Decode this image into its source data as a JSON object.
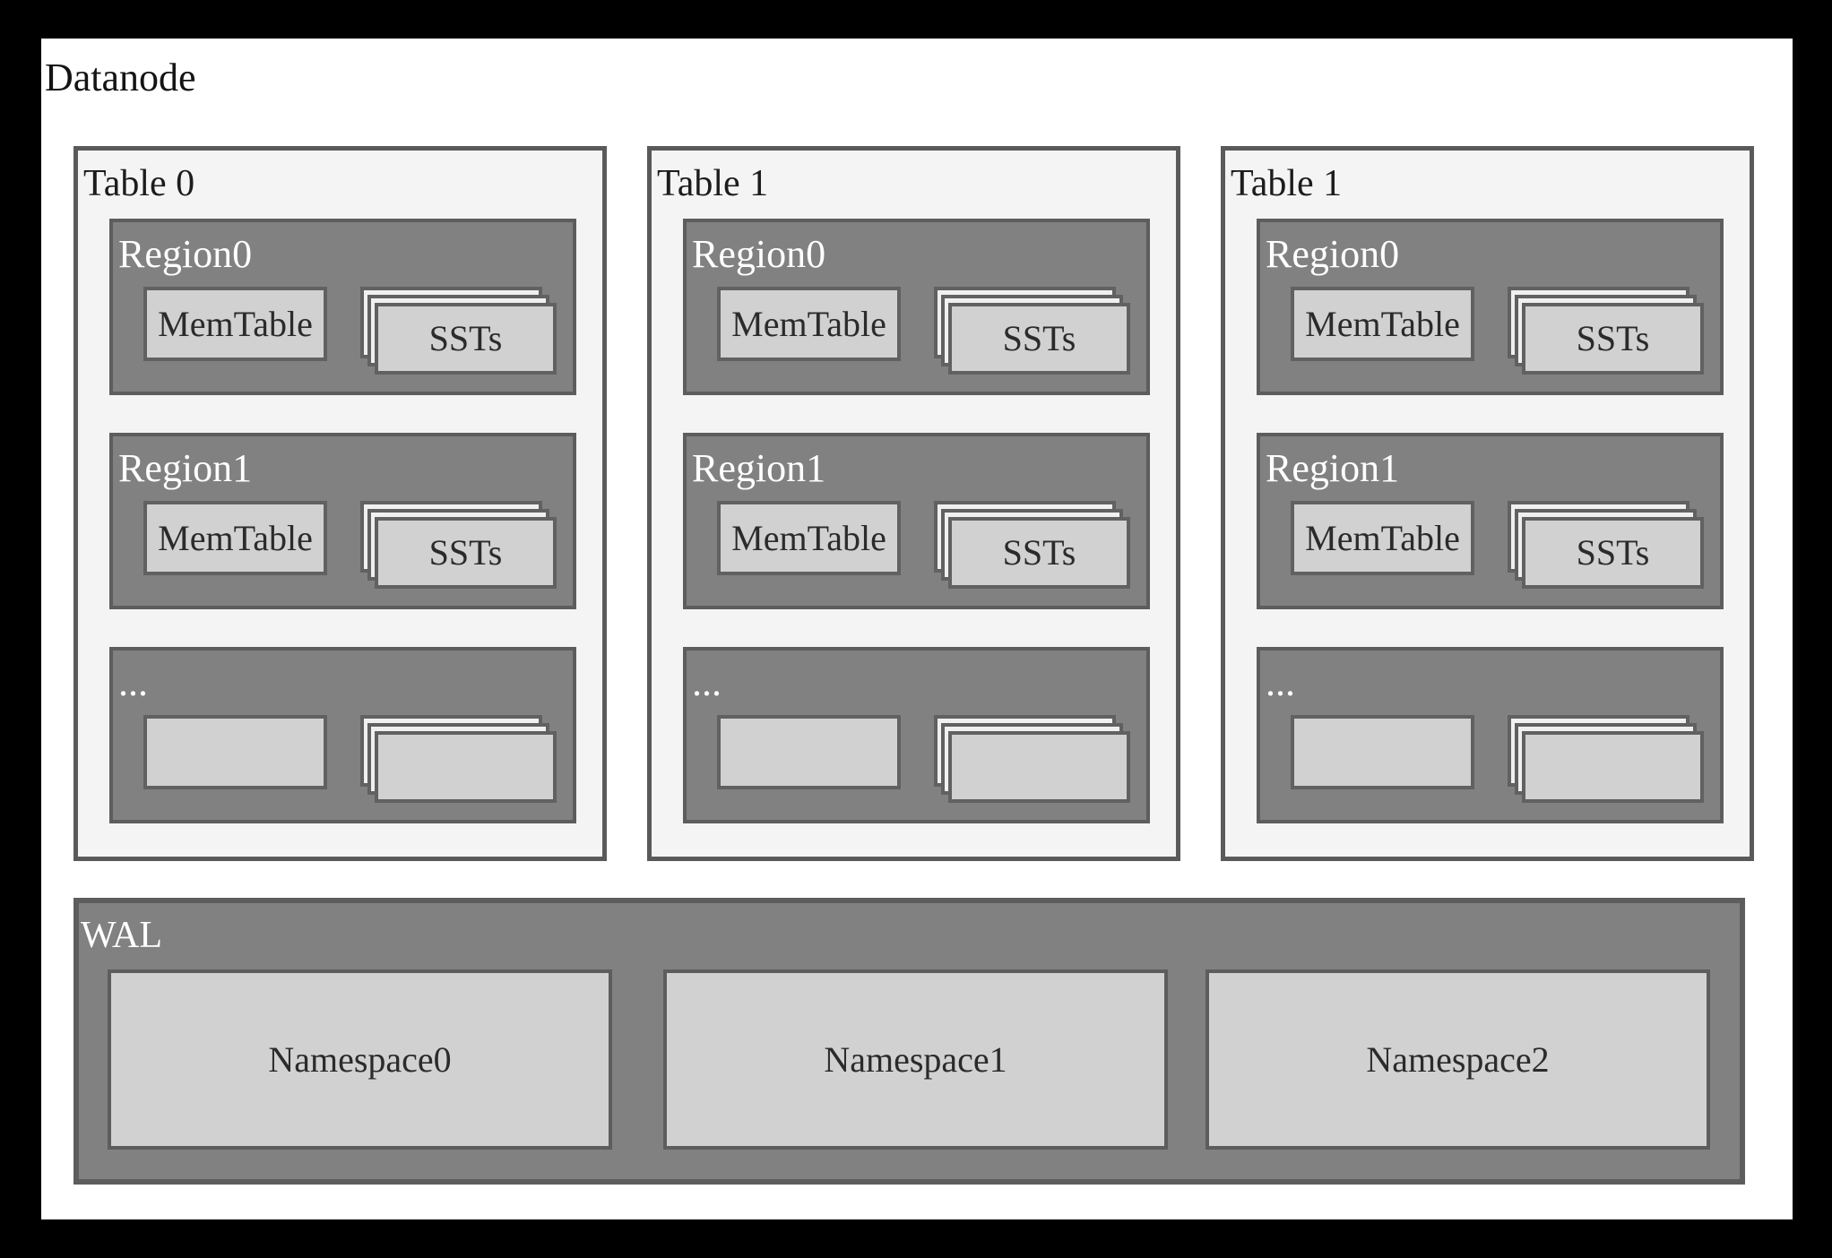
{
  "title": "Datanode",
  "tables": [
    {
      "label": "Table 0",
      "regions": [
        {
          "label": "Region0",
          "memtable": "MemTable",
          "ssts": "SSTs"
        },
        {
          "label": "Region1",
          "memtable": "MemTable",
          "ssts": "SSTs"
        },
        {
          "label": "...",
          "memtable": "",
          "ssts": ""
        }
      ]
    },
    {
      "label": "Table 1",
      "regions": [
        {
          "label": "Region0",
          "memtable": "MemTable",
          "ssts": "SSTs"
        },
        {
          "label": "Region1",
          "memtable": "MemTable",
          "ssts": "SSTs"
        },
        {
          "label": "...",
          "memtable": "",
          "ssts": ""
        }
      ]
    },
    {
      "label": "Table 1",
      "regions": [
        {
          "label": "Region0",
          "memtable": "MemTable",
          "ssts": "SSTs"
        },
        {
          "label": "Region1",
          "memtable": "MemTable",
          "ssts": "SSTs"
        },
        {
          "label": "...",
          "memtable": "",
          "ssts": ""
        }
      ]
    }
  ],
  "wal": {
    "label": "WAL",
    "namespaces": [
      {
        "label": "Namespace0"
      },
      {
        "label": "Namespace1"
      },
      {
        "label": "Namespace2"
      }
    ]
  },
  "colors": {
    "frame": "#000000",
    "panel": "#ffffff",
    "table_fill": "#f4f4f4",
    "table_border": "#5a5a5a",
    "table_label": "#1c1c1c",
    "region_fill": "#818181",
    "region_border": "#5d5d5d",
    "card_fill": "#d1d1d1",
    "card_back_fill": "#f0f0f0",
    "card_border": "#616161",
    "card_text": "#2b2b2b",
    "label_dark": "#141414",
    "label_light": "#ffffff"
  }
}
